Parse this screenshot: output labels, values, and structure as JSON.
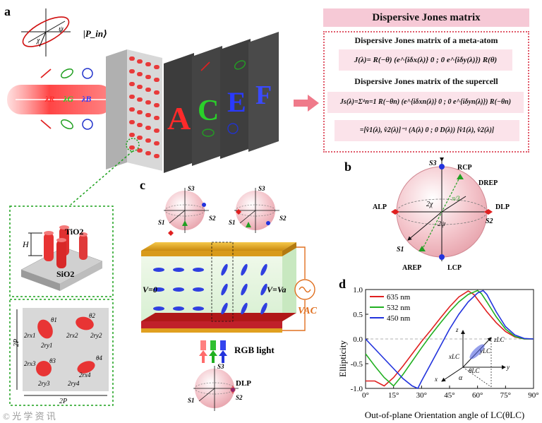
{
  "panels": {
    "a": "a",
    "b": "b",
    "c": "c",
    "d": "d"
  },
  "panel_a": {
    "pin_label": "|P_in⟩",
    "psi": "ψ",
    "chi": "χ",
    "lambda_r": "λR",
    "lambda_g": "λG",
    "lambda_b": "λB",
    "letters": [
      "A",
      "C",
      "E",
      "F"
    ],
    "tio2": "TiO2",
    "sio2": "SiO2",
    "H": "H",
    "cell_labels": [
      "θ1",
      "θ2",
      "θ3",
      "θ4",
      "2rx1",
      "2ry1",
      "2rx2",
      "2ry2",
      "2rx3",
      "2ry3",
      "2rx4",
      "2ry4"
    ],
    "period_x": "2P",
    "period_y": "2P"
  },
  "jones": {
    "title": "Dispersive Jones matrix",
    "sub1": "Dispersive Jones matrix of a meta-atom",
    "formula1": "J(λ)= R(−θ) (e^{iδx(λ)} 0 ; 0 e^{iδy(λ)}) R(θ)",
    "sub2": "Dispersive Jones matrix of the supercell",
    "formula2": "Js(λ)=Σ⁴n=1 R(−θn) (e^{iδxn(λ)} 0 ; 0 e^{iδyn(λ)}) R(−θn)",
    "formula3": "=[v̂1(λ), v̂2(λ)]⁻¹ (A(λ) 0 ; 0 D(λ)) [v̂1(λ), v̂2(λ)]"
  },
  "panel_b": {
    "labels": [
      "S3",
      "RCP",
      "DREP",
      "ALP",
      "DLP",
      "S2",
      "S1",
      "AREP",
      "LCP",
      "2χ",
      "2ψ",
      "π/3"
    ]
  },
  "panel_c": {
    "v0": "V=0",
    "va": "V=Va",
    "vac": "VAC",
    "rgb": "RGB light",
    "dlp": "DLP",
    "axes": [
      "S3",
      "S1",
      "S2"
    ]
  },
  "chart_data": {
    "type": "line",
    "title": "",
    "xlabel": "Out-of-plane Orientation angle of LC(θLC)",
    "ylabel": "Ellipticity",
    "xlim": [
      0,
      90
    ],
    "ylim": [
      -1.0,
      1.0
    ],
    "xticks": [
      "0°",
      "15°",
      "30°",
      "45°",
      "60°",
      "75°",
      "90°"
    ],
    "yticks": [
      "1.0",
      "0.5",
      "0.0",
      "-0.5",
      "-1.0"
    ],
    "legend_position": "top-left",
    "series": [
      {
        "name": "635 nm",
        "color": "#e02020",
        "x": [
          0,
          5,
          10,
          15,
          20,
          25,
          30,
          35,
          40,
          45,
          50,
          55,
          58,
          60,
          65,
          70,
          75,
          80,
          85,
          90
        ],
        "y": [
          -0.85,
          -0.85,
          -0.95,
          -0.78,
          -0.55,
          -0.3,
          -0.05,
          0.18,
          0.42,
          0.65,
          0.85,
          0.97,
          0.9,
          0.8,
          0.55,
          0.33,
          0.15,
          0.04,
          0.0,
          0.0
        ]
      },
      {
        "name": "532 nm",
        "color": "#22b022",
        "x": [
          0,
          5,
          10,
          15,
          20,
          25,
          30,
          35,
          40,
          45,
          50,
          55,
          60,
          62,
          65,
          70,
          75,
          80,
          85,
          90
        ],
        "y": [
          -0.3,
          -0.55,
          -0.78,
          -0.95,
          -0.72,
          -0.45,
          -0.18,
          0.08,
          0.32,
          0.55,
          0.75,
          0.9,
          0.98,
          0.92,
          0.75,
          0.45,
          0.2,
          0.05,
          0.0,
          0.0
        ]
      },
      {
        "name": "450 nm",
        "color": "#2233dd",
        "x": [
          0,
          5,
          10,
          15,
          20,
          25,
          28,
          30,
          35,
          40,
          45,
          50,
          55,
          60,
          63,
          65,
          70,
          75,
          80,
          85,
          90
        ],
        "y": [
          0.0,
          -0.2,
          -0.4,
          -0.6,
          -0.8,
          -0.95,
          -1.0,
          -0.85,
          -0.5,
          -0.15,
          0.2,
          0.5,
          0.75,
          0.93,
          0.98,
          0.9,
          0.55,
          0.25,
          0.08,
          0.01,
          0.0
        ]
      }
    ]
  },
  "inset": {
    "labels": [
      "z",
      "zLC",
      "xLC",
      "yLC",
      "θLC",
      "x",
      "y",
      "α"
    ]
  },
  "watermark": "© 光 学 资 讯"
}
